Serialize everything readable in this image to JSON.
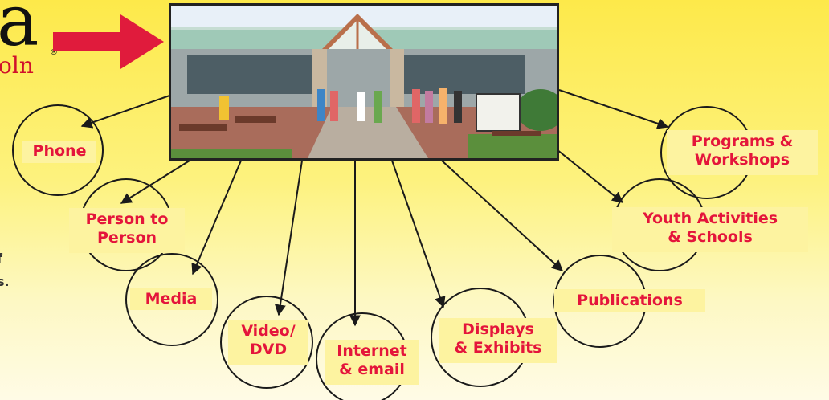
{
  "logo": {
    "letter": "a",
    "registered": "®",
    "small_text": "oln"
  },
  "side_text": {
    "line1": "f",
    "line2": "s."
  },
  "hub": {
    "photo_icon": "building-photo"
  },
  "colors": {
    "label": "#e4153b",
    "arrow": "#e01b3c",
    "line": "#1a1a1a"
  },
  "spokes": [
    {
      "label": "Phone"
    },
    {
      "label": "Person to\nPerson"
    },
    {
      "label": "Media"
    },
    {
      "label": "Video/\nDVD"
    },
    {
      "label": "Internet\n& email"
    },
    {
      "label": "Displays\n& Exhibits"
    },
    {
      "label": "Publications"
    },
    {
      "label": "Youth Activities\n& Schools"
    },
    {
      "label": "Programs &\nWorkshops"
    }
  ]
}
